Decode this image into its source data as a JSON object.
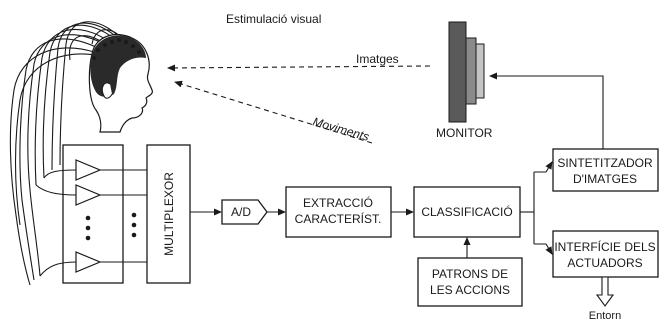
{
  "labels": {
    "visual_stimulation": "Estimulació visual",
    "images": "Imatges",
    "movements": "Moviments",
    "monitor": "MONITOR",
    "multiplexor": "MULTIPLEXOR",
    "ad": "A/D",
    "feature_line1": "EXTRACCIÓ",
    "feature_line2": "CARACTERÍST.",
    "classification": "CLASSIFICACIÓ",
    "patterns_line1": "PATRONS DE",
    "patterns_line2": "LES ACCIONS",
    "synth_line1": "SINTETITZADOR",
    "synth_line2": "D'IMATGES",
    "actuators_line1": "INTERFÍCIE DELS",
    "actuators_line2": "ACTUADORS",
    "environment": "Entorn"
  },
  "icons": {
    "head": "head-with-electrodes-icon",
    "monitor": "monitor-icon",
    "amplifier": "triangle-amplifier-icon"
  }
}
